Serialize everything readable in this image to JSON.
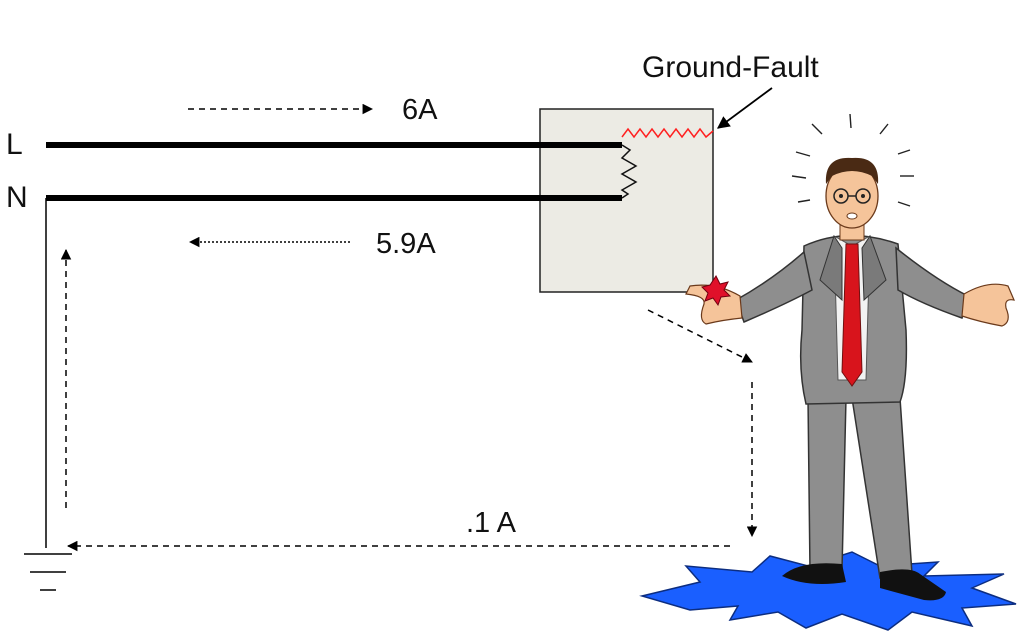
{
  "diagram": {
    "line_label": "L",
    "neutral_label": "N",
    "supply_current": "6A",
    "return_current": "5.9A",
    "leakage_current": ".1 A",
    "device_label": "Ground-Fault"
  },
  "colors": {
    "conductor": "#000000",
    "device_fill": "#ecebe4",
    "sensing_coil": "#ff2020",
    "shock_point": "#e0102a",
    "suit": "#8e8e8e",
    "tie": "#d8141c",
    "puddle": "#1a5fff"
  },
  "icons": [
    "ground-symbol-icon",
    "shocked-person-icon",
    "water-puddle-icon",
    "shock-spark-icon"
  ]
}
